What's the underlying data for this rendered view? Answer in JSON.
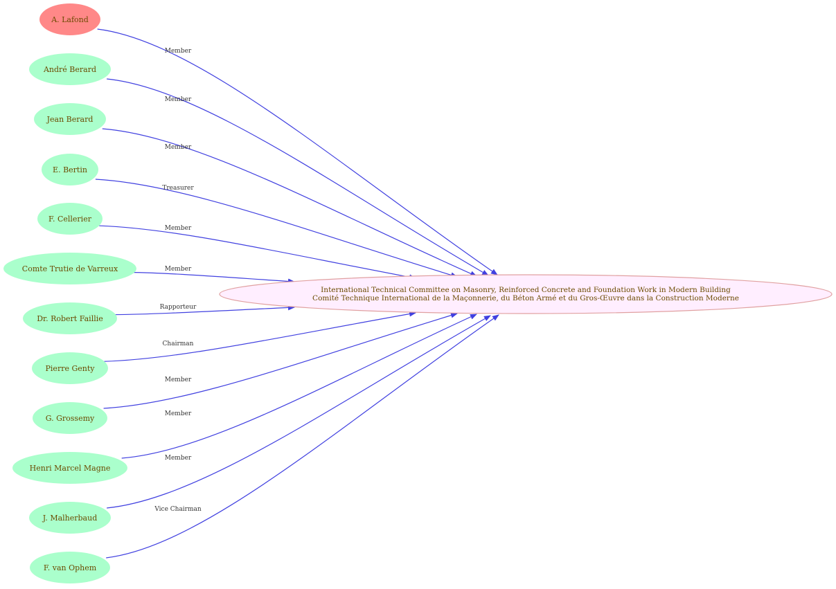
{
  "colors": {
    "member_fill": "#aaffcc",
    "highlight_fill": "#ff8888",
    "center_fill": "#ffeeff",
    "center_stroke": "#e0a0a0",
    "edge": "#4040e0",
    "label_text": "#6b4a00"
  },
  "center": {
    "line1": "International Technical Committee on Masonry, Reinforced Concrete and Foundation Work in Modern Building",
    "line2": "Comité Technique International de la Maçonnerie, du Béton Armé et du Gros-Œuvre dans la Construction Moderne"
  },
  "people": [
    {
      "name": "A. Lafond",
      "role": "Member",
      "highlight": true
    },
    {
      "name": "André Berard",
      "role": "Member",
      "highlight": false
    },
    {
      "name": "Jean Berard",
      "role": "Member",
      "highlight": false
    },
    {
      "name": "E. Bertin",
      "role": "Treasurer",
      "highlight": false
    },
    {
      "name": "F. Cellerier",
      "role": "Member",
      "highlight": false
    },
    {
      "name": "Comte Trutie de Varreux",
      "role": "Member",
      "highlight": false
    },
    {
      "name": "Dr. Robert Faillie",
      "role": "Rapporteur",
      "highlight": false
    },
    {
      "name": "Pierre Genty",
      "role": "Chairman",
      "highlight": false
    },
    {
      "name": "G. Grossemy",
      "role": "Member",
      "highlight": false
    },
    {
      "name": "Henri Marcel Magne",
      "role": "Member",
      "highlight": false
    },
    {
      "name": "J. Malherbaud",
      "role": "Member",
      "highlight": false
    },
    {
      "name": "F. van Ophem",
      "role": "Vice Chairman",
      "highlight": false
    }
  ]
}
